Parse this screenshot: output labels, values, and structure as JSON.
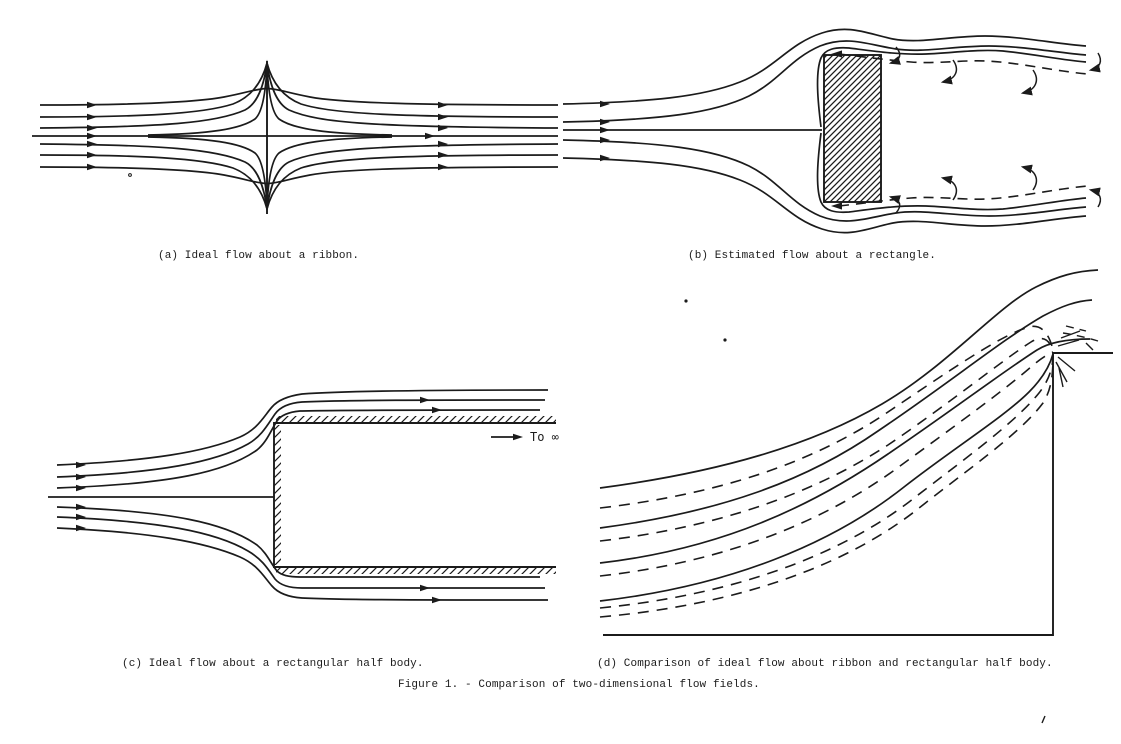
{
  "figure": {
    "caption": "Figure 1. - Comparison of two-dimensional flow fields."
  },
  "panels": {
    "a": {
      "caption": "(a) Ideal flow about a ribbon."
    },
    "b": {
      "caption": "(b) Estimated flow about a rectangle."
    },
    "c": {
      "caption": "(c) Ideal flow about a rectangular half body.",
      "annotation": "To ∞"
    },
    "d": {
      "caption": "(d) Comparison of ideal flow about ribbon and rectangular half body."
    }
  },
  "colors": {
    "ink": "#1b1b1b",
    "paper": "#ffffff"
  },
  "line_styles": {
    "solid_meaning": "streamline",
    "dashed_meaning": "wake boundary / ribbon-flow streamline"
  }
}
